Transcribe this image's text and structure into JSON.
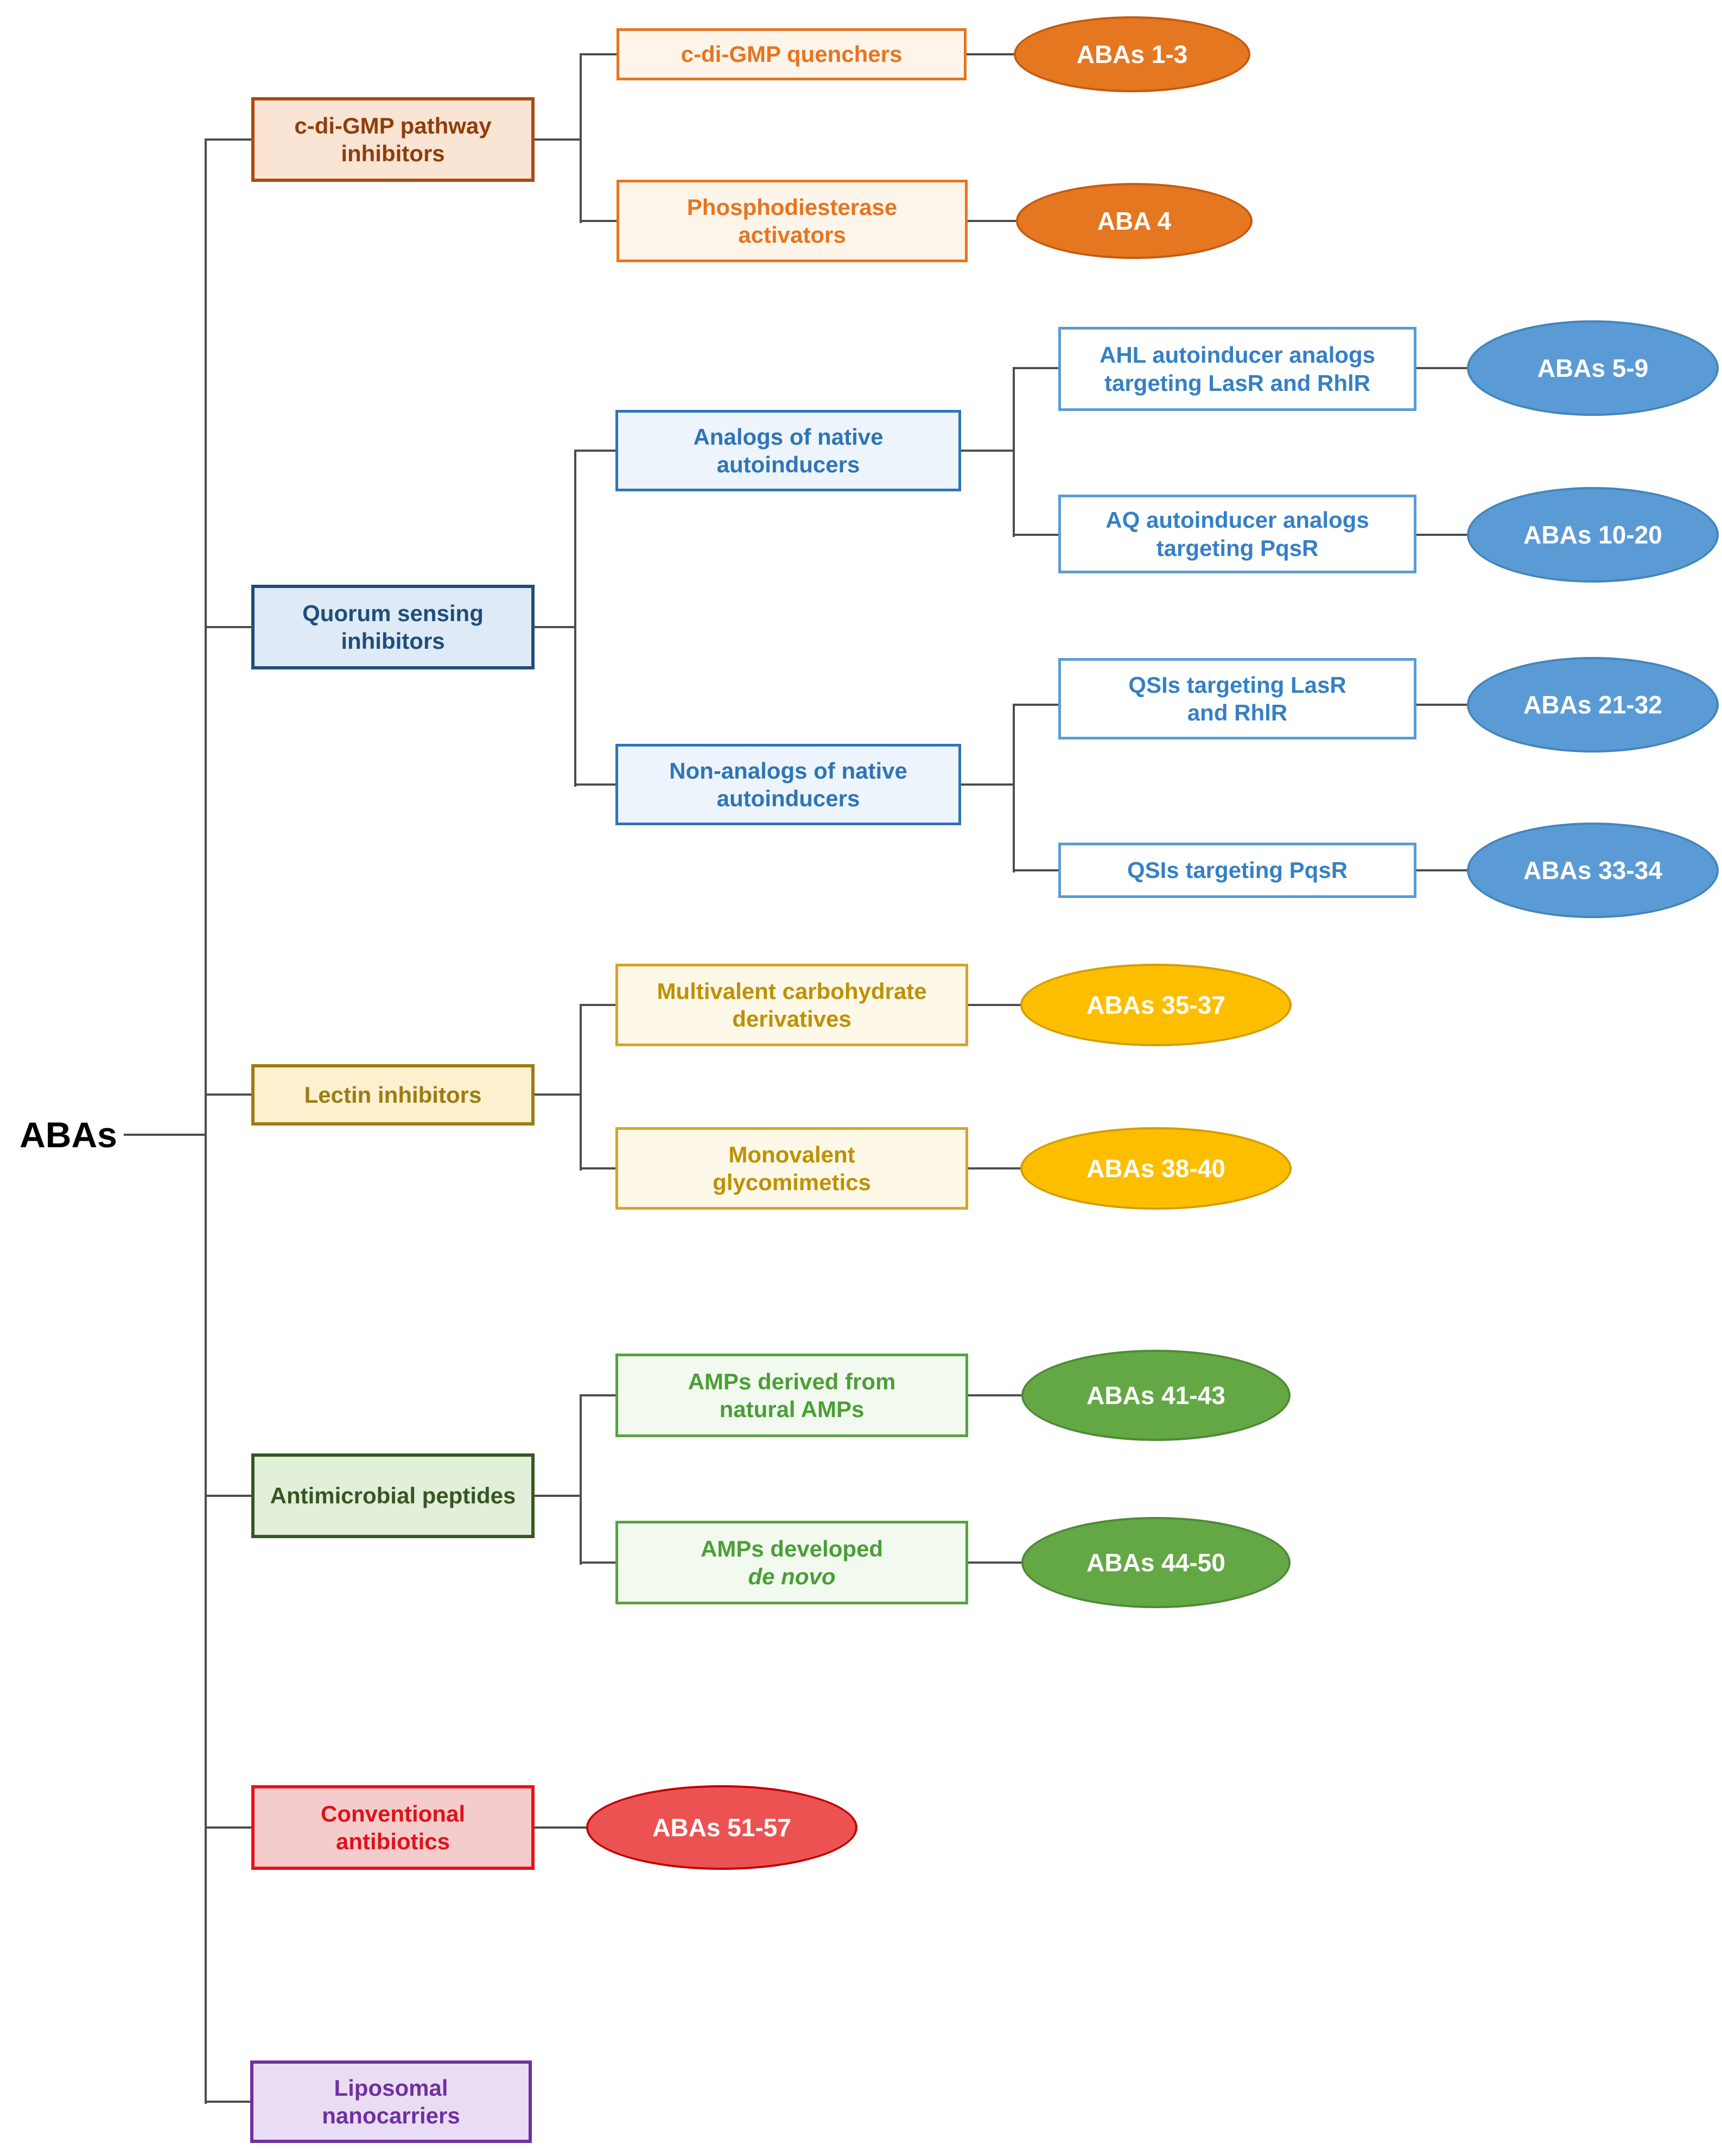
{
  "root": {
    "label": "ABAs"
  },
  "colors": {
    "connector_gray": "#4d4d4d",
    "orange_accent": "#E6751F",
    "orange_ellipse": "#E4771F",
    "blue_dark": "#1F4E79",
    "blue_mid": "#2E75B6",
    "blue_ellipse": "#5B9BD5",
    "gold_dark": "#9C7C14",
    "gold_ellipse": "#FDBE00",
    "green_dark": "#375623",
    "green_ellipse": "#64A846",
    "red_accent": "#E8121B",
    "red_ellipse": "#EC5252",
    "purple_accent": "#7030A0"
  },
  "tree": [
    {
      "label": "c-di-GMP pathway inhibitors",
      "color": "orange",
      "children": [
        {
          "label": "c-di-GMP quenchers",
          "ellipse": "ABAs 1-3"
        },
        {
          "label": "Phosphodiesterase activators",
          "ellipse": "ABA 4"
        }
      ]
    },
    {
      "label": "Quorum sensing inhibitors",
      "color": "blue",
      "children": [
        {
          "label": "Analogs of native autoinducers",
          "children": [
            {
              "label": "AHL autoinducer analogs targeting LasR and RhlR",
              "ellipse": "ABAs 5-9"
            },
            {
              "label": "AQ autoinducer analogs targeting PqsR",
              "ellipse": "ABAs 10-20"
            }
          ]
        },
        {
          "label": "Non-analogs of native autoinducers",
          "children": [
            {
              "label": "QSIs targeting LasR and RhlR",
              "ellipse": "ABAs 21-32"
            },
            {
              "label": "QSIs targeting PqsR",
              "ellipse": "ABAs 33-34"
            }
          ]
        }
      ]
    },
    {
      "label": "Lectin inhibitors",
      "color": "gold",
      "children": [
        {
          "label": "Multivalent carbohydrate derivatives",
          "ellipse": "ABAs 35-37"
        },
        {
          "label": "Monovalent glycomimetics",
          "ellipse": "ABAs 38-40"
        }
      ]
    },
    {
      "label": "Antimicrobial peptides",
      "color": "green",
      "children": [
        {
          "label": "AMPs derived from natural AMPs",
          "ellipse": "ABAs 41-43"
        },
        {
          "label": "AMPs developed",
          "label_italic": "de novo",
          "ellipse": "ABAs 44-50"
        }
      ]
    },
    {
      "label": "Conventional antibiotics",
      "color": "red",
      "ellipse": "ABAs 51-57"
    },
    {
      "label": "Liposomal nanocarriers",
      "color": "purple"
    }
  ]
}
